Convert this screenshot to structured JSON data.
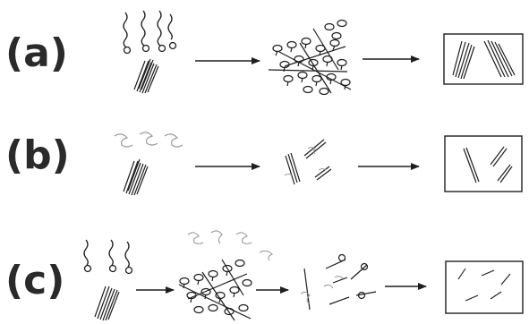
{
  "panels": [
    {
      "label": "(a)"
    },
    {
      "label": "(b)"
    },
    {
      "label": "(c)"
    }
  ],
  "colors": {
    "ink": "#1e1e1e",
    "faded": "#9a9a9a",
    "label": "#2a2a2a"
  }
}
